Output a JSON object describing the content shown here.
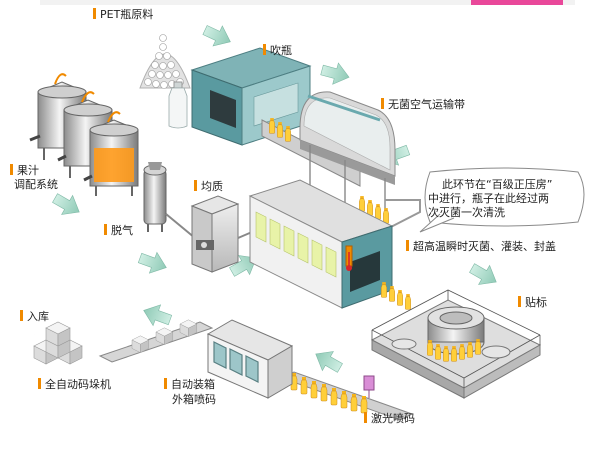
{
  "labels": {
    "pet_material": "PET瓶原料",
    "blow_bottle": "吹瓶",
    "sterile_air_conveyor": "无菌空气运输带",
    "juice_line1": "果汁",
    "juice_line2": "调配系统",
    "homogenize": "均质",
    "degas": "脱气",
    "uht_fill_cap": "超高温瞬时灭菌、灌装、封盖",
    "labeling": "贴标",
    "warehouse": "入库",
    "palletizer": "全自动码垛机",
    "case_packer_line1": "自动装箱",
    "case_packer_line2": "外箱喷码",
    "laser_coding": "激光喷码"
  },
  "note": {
    "line1": "此环节在“百级正压房”",
    "line2": "中进行，瓶子在此经过两",
    "line3": "次灭菌一次清洗"
  },
  "colors": {
    "accent_bar": "#f08a00",
    "arrow": "#9fd3c2",
    "machine_teal": "#5a9aa0",
    "juice_orange": "#ff9a1a"
  }
}
